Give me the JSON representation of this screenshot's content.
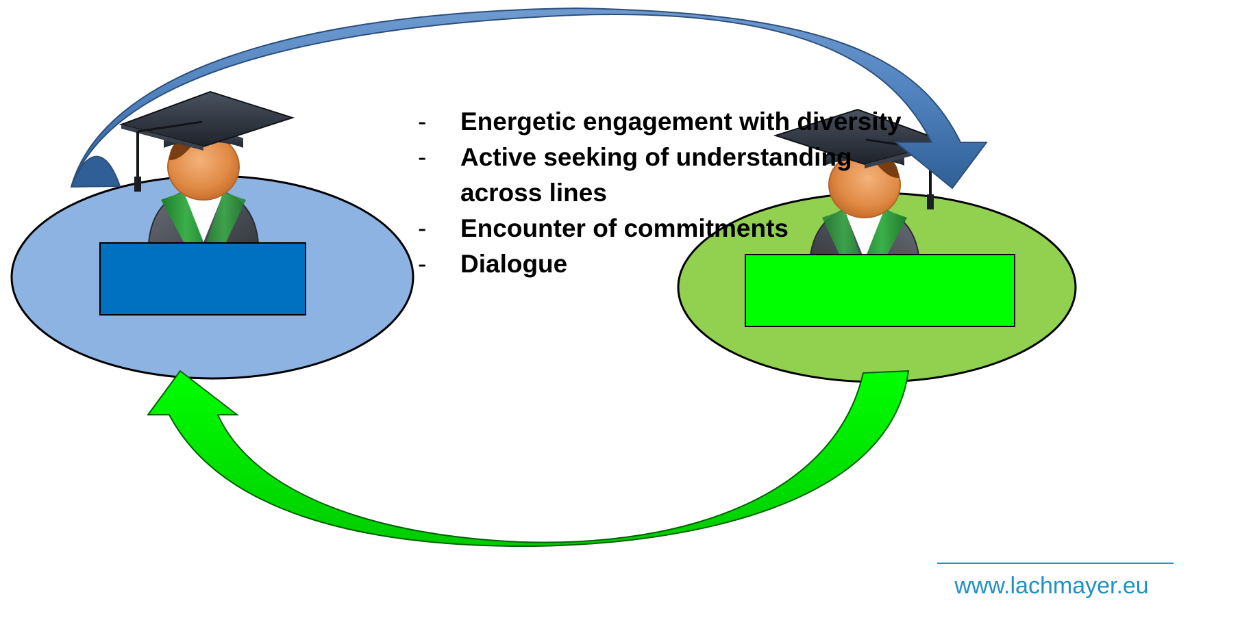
{
  "bullets": [
    {
      "dash": "-",
      "text": "Energetic engagement with diversity"
    },
    {
      "dash": "-",
      "text": "Active seeking of understanding across lines"
    },
    {
      "dash": "-",
      "text": "Encounter of commitments"
    },
    {
      "dash": "-",
      "text": "Dialogue"
    }
  ],
  "footer": {
    "website": "www.lachmayer.eu"
  },
  "colors": {
    "left_ellipse": "#8db3e2",
    "right_ellipse": "#92d050",
    "left_box": "#0070c0",
    "right_box": "#00ff00",
    "top_arrow": "#4f81bd",
    "bottom_arrow": "#00e600",
    "gown_sash": "#3cb04a",
    "accent_line": "#1f8fc8"
  },
  "icons": [
    "graduate-icon",
    "graduate-icon"
  ]
}
